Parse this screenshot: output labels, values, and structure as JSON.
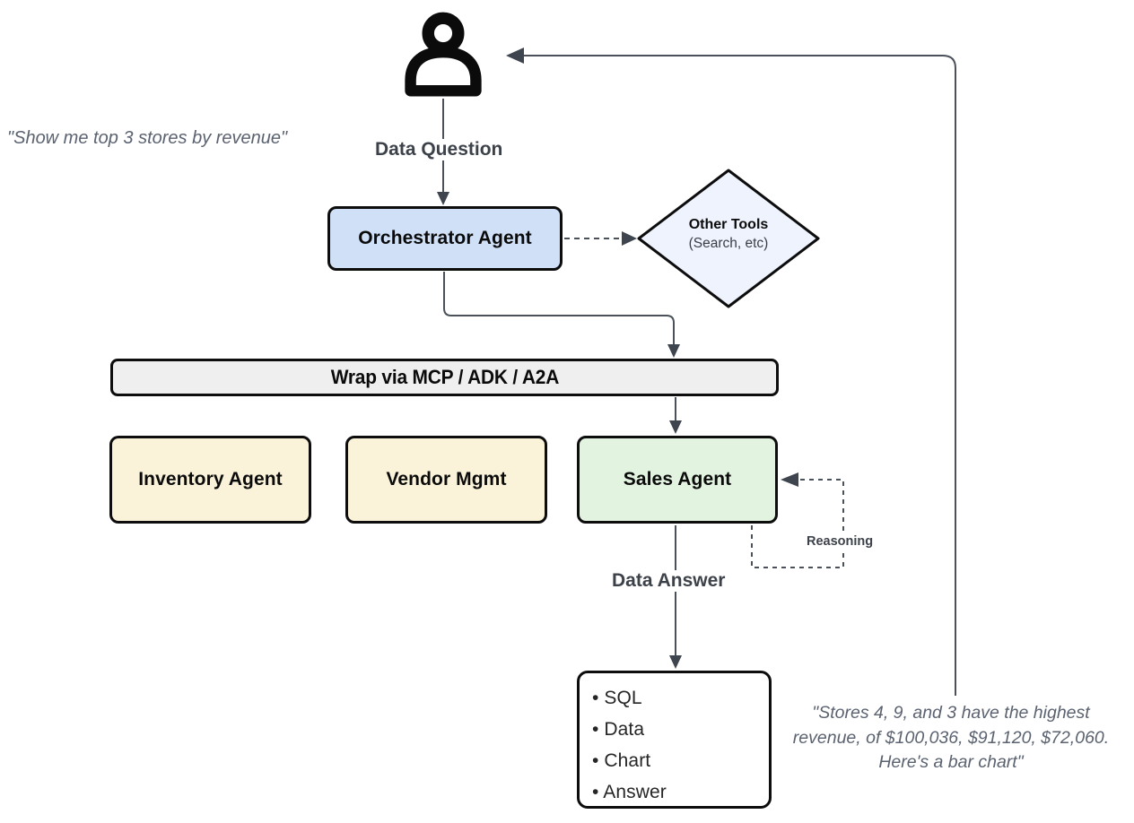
{
  "quotes": {
    "user": "\"Show me top 3 stores by revenue\"",
    "answer_lines": [
      "\"Stores 4, 9, and 3 have the highest",
      "revenue, of $100,036, $91,120, $72,060.",
      "Here's a bar chart\""
    ]
  },
  "flow_labels": {
    "data_question": "Data Question",
    "data_answer": "Data Answer",
    "reasoning": "Reasoning"
  },
  "nodes": {
    "orchestrator": "Orchestrator Agent",
    "other_tools_title": "Other Tools",
    "other_tools_subtitle": "(Search, etc)",
    "wrap_bar": "Wrap via MCP / ADK / A2A",
    "inventory": "Inventory Agent",
    "vendor": "Vendor Mgmt",
    "sales": "Sales Agent",
    "output_items": [
      "SQL",
      "Data",
      "Chart",
      "Answer"
    ]
  },
  "colors": {
    "orchestrator_fill": "#cfe0f7",
    "other_tools_fill": "#eef3fd",
    "wrap_bar_fill": "#efefef",
    "worker_fill": "#faf3da",
    "sales_fill": "#e2f4e0",
    "output_fill": "#ffffff",
    "node_border": "#0d0d0d",
    "connector": "#4b515a",
    "arrow_fill": "#3f454f",
    "flow_label_text": "#3d424a",
    "quote_text": "#5b6270"
  }
}
